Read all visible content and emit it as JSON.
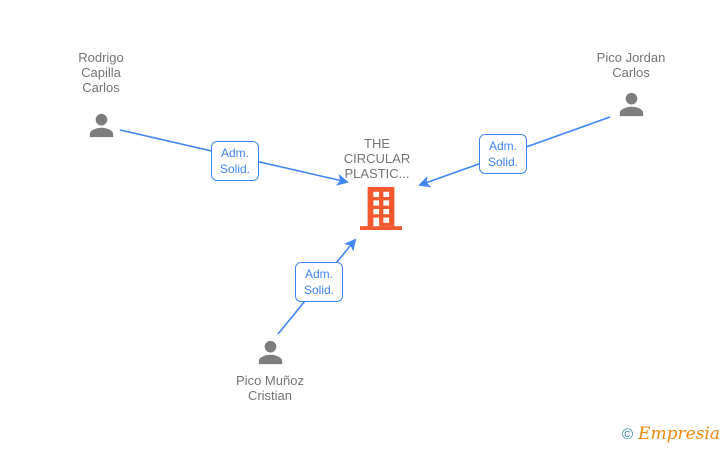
{
  "company": {
    "name": "THE\nCIRCULAR\nPLASTIC..."
  },
  "people": [
    {
      "id": "rodrigo-capilla-carlos",
      "name": "Rodrigo\nCapilla\nCarlos"
    },
    {
      "id": "pico-jordan-carlos",
      "name": "Pico Jordan\nCarlos"
    },
    {
      "id": "pico-munoz-cristian",
      "name": "Pico Muñoz\nCristian"
    }
  ],
  "edges": [
    {
      "from": "rodrigo-capilla-carlos",
      "to": "company",
      "label": "Adm.\nSolid."
    },
    {
      "from": "pico-jordan-carlos",
      "to": "company",
      "label": "Adm.\nSolid."
    },
    {
      "from": "pico-munoz-cristian",
      "to": "company",
      "label": "Adm.\nSolid."
    }
  ],
  "watermark": {
    "copyright": "©",
    "brand": "Empresia"
  },
  "colors": {
    "edge_blue": "#4285f4",
    "building_orange": "#f4582e",
    "person_gray": "#7d7d7d",
    "text_gray": "#757575",
    "logo_teal": "#2a7f8f",
    "logo_orange": "#ef8a0e"
  }
}
